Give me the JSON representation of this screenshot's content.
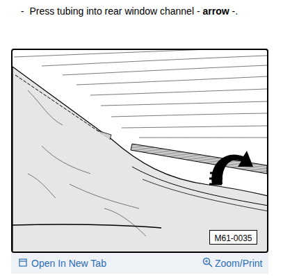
{
  "diagram": {
    "nodes": [
      {
        "text": [
          "M61-0035"
        ]
      }
    ],
    "labels": [
      "-  Press tubing into rear window channel -",
      "arrow",
      "-.",
      "Open In New Tab",
      "Zoom/Print"
    ]
  }
}
